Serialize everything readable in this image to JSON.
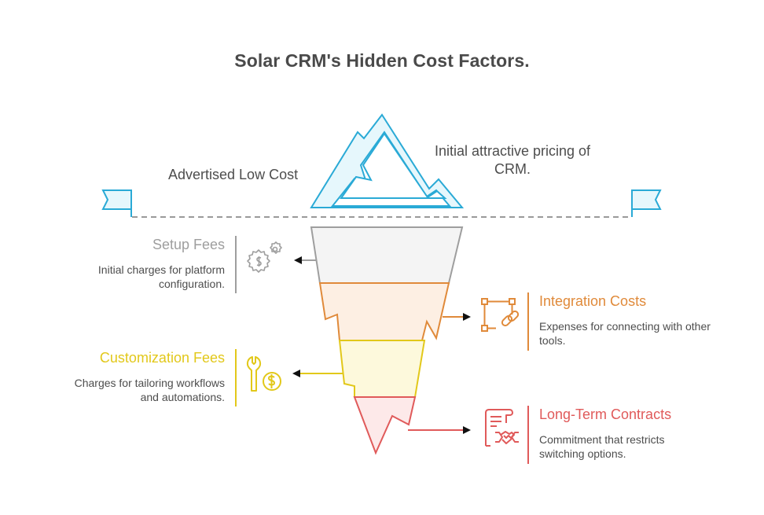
{
  "title": "Solar CRM's Hidden Cost Factors.",
  "colors": {
    "cyan": "#2aaad6",
    "cyan_fill": "#e6f7fc",
    "gray": "#9e9e9e",
    "gray_fill": "#f4f4f4",
    "orange": "#e08a3a",
    "orange_fill": "#fdefe3",
    "yellow": "#e2c81a",
    "yellow_fill": "#fdf9dc",
    "red": "#e05a5a",
    "red_fill": "#fde9e9",
    "text": "#4d4d4d"
  },
  "waterline": {
    "left_label": "Advertised Low Cost",
    "right_label_line1": "Initial attractive pricing of",
    "right_label_line2": "CRM.",
    "left_flag_icon": "flag-icon",
    "right_flag_icon": "flag-icon",
    "tip_icon": "iceberg-tip-icon"
  },
  "layers": [
    {
      "id": "setup",
      "title": "Setup Fees",
      "desc_line1": "Initial charges for platform",
      "desc_line2": "configuration.",
      "icon": "gears-dollar-icon",
      "side": "left"
    },
    {
      "id": "integration",
      "title": "Integration Costs",
      "desc_line1": "Expenses for connecting with other",
      "desc_line2": "tools.",
      "icon": "integration-link-icon",
      "side": "right"
    },
    {
      "id": "customization",
      "title": "Customization Fees",
      "desc_line1": "Charges for tailoring workflows",
      "desc_line2": "and automations.",
      "icon": "wrench-dollar-icon",
      "side": "left"
    },
    {
      "id": "contracts",
      "title": "Long-Term Contracts",
      "desc_line1": "Commitment that restricts",
      "desc_line2": "switching options.",
      "icon": "contract-handshake-icon",
      "side": "right"
    }
  ]
}
